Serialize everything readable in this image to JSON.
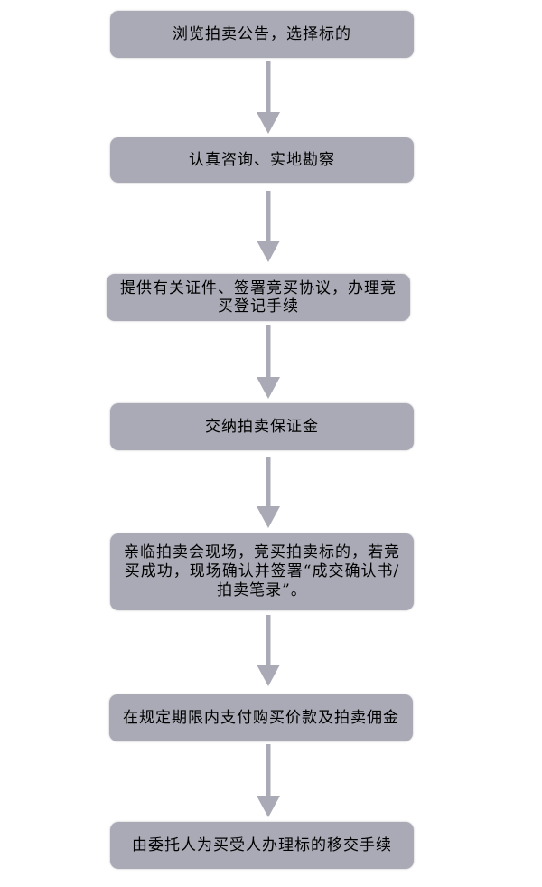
{
  "flowchart": {
    "steps": [
      {
        "text": "浏览拍卖公告，选择标的"
      },
      {
        "text": "认真咨询、实地勘察"
      },
      {
        "text": "提供有关证件、签署竞买协议，办理竞买登记手续"
      },
      {
        "text": "交纳拍卖保证金"
      },
      {
        "text": "亲临拍卖会现场，竞买拍卖标的，若竞买成功，现场确认并签署“成交确认书/拍卖笔录”。"
      },
      {
        "text": "在规定期限内支付购买价款及拍卖佣金"
      },
      {
        "text": "由委托人为买受人办理标的移交手续"
      }
    ],
    "colors": {
      "box_fill": "#a9aab5",
      "arrow": "#a9aab5",
      "text": "#000000"
    }
  }
}
